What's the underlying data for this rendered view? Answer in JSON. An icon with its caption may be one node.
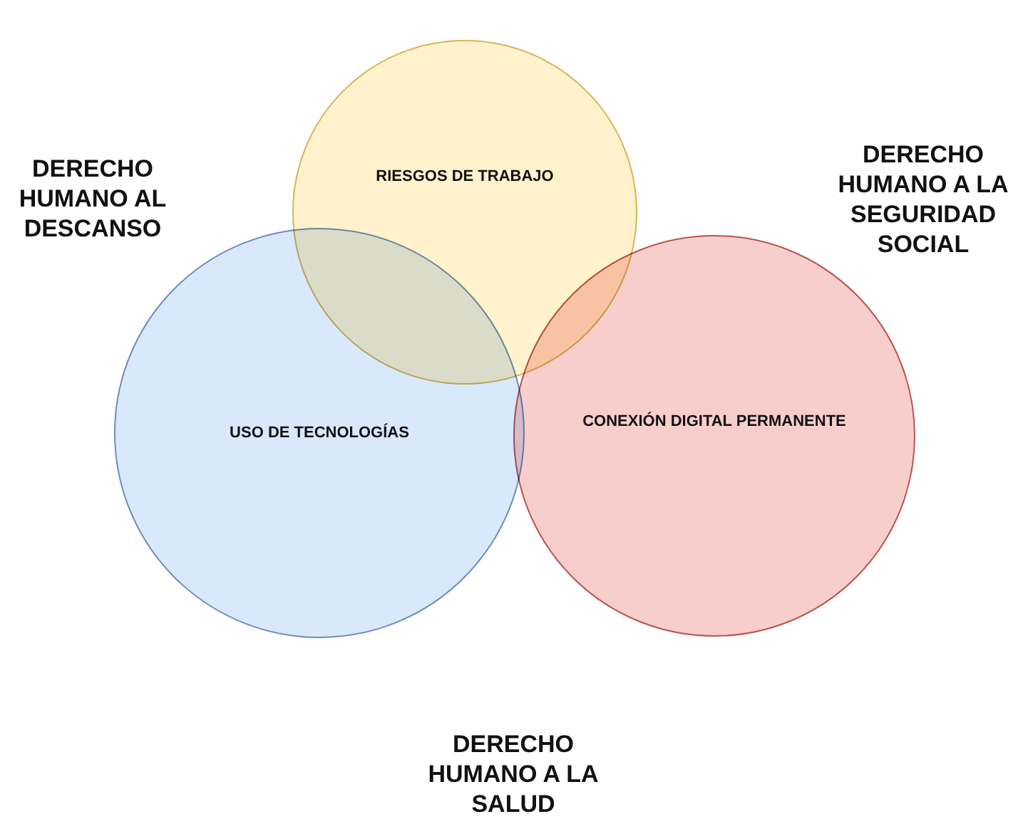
{
  "diagram": {
    "nodes": [
      {
        "text": [
          "RIESGOS DE TRABAJO"
        ]
      },
      {
        "text": [
          "USO DE TECNOLOGÍAS"
        ]
      },
      {
        "text": [
          "CONEXIÓN DIGITAL PERMANENTE"
        ]
      }
    ],
    "labels": [
      "DERECHO HUMANO AL DESCANSO",
      "DERECHO HUMANO A LA SEGURIDAD SOCIAL",
      "DERECHO HUMANO A LA SALUD"
    ]
  }
}
